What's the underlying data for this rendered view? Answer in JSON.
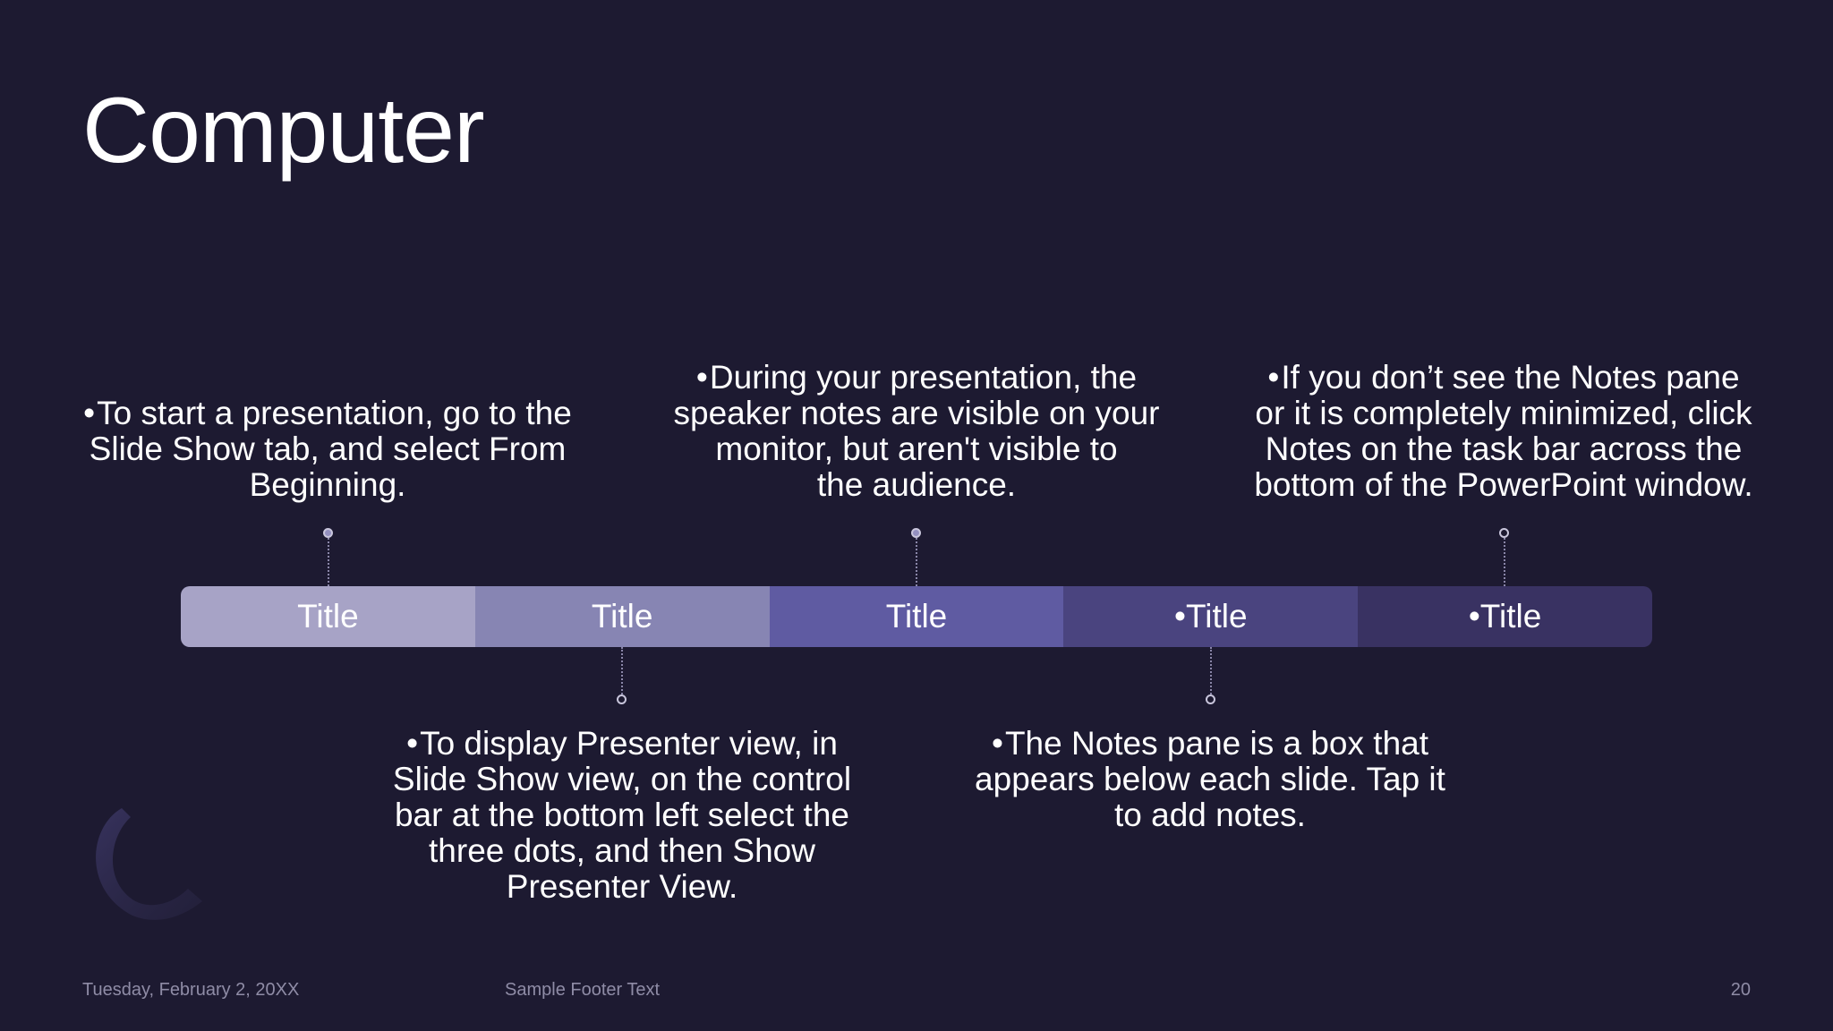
{
  "slide": {
    "title": "Computer",
    "bullet_glyph": "•",
    "notes": [
      {
        "text": "To start a presentation, go to the Slide Show tab, and select From Beginning."
      },
      {
        "text": "To display Presenter view, in Slide Show view, on the control bar at the bottom left select the three dots, and then Show Presenter View."
      },
      {
        "text": "During your presentation, the speaker notes are visible on your monitor, but aren't visible to       the audience."
      },
      {
        "text": "The Notes pane is a box that appears below each slide. Tap it to add notes."
      },
      {
        "text": "If you don’t see the Notes pane or it is completely minimized, click Notes on the task bar across the bottom of the PowerPoint window."
      }
    ],
    "timeline": [
      {
        "label": "Title",
        "color": "#a7a3c6"
      },
      {
        "label": "Title",
        "color": "#8785b3"
      },
      {
        "label": "Title",
        "color": "#5f5ba2"
      },
      {
        "label": "•Title",
        "color": "#4a447f"
      },
      {
        "label": "•Title",
        "color": "#393262"
      }
    ],
    "accent_colors": {
      "background": "#1d1a31",
      "dot_fill_filled": "#9490c0",
      "connector": "#8a86a8"
    }
  },
  "footer": {
    "date": "Tuesday, February 2, 20XX",
    "text": "Sample Footer Text",
    "page_number": "20"
  },
  "decoration": {
    "icon": "swirl-shape"
  }
}
